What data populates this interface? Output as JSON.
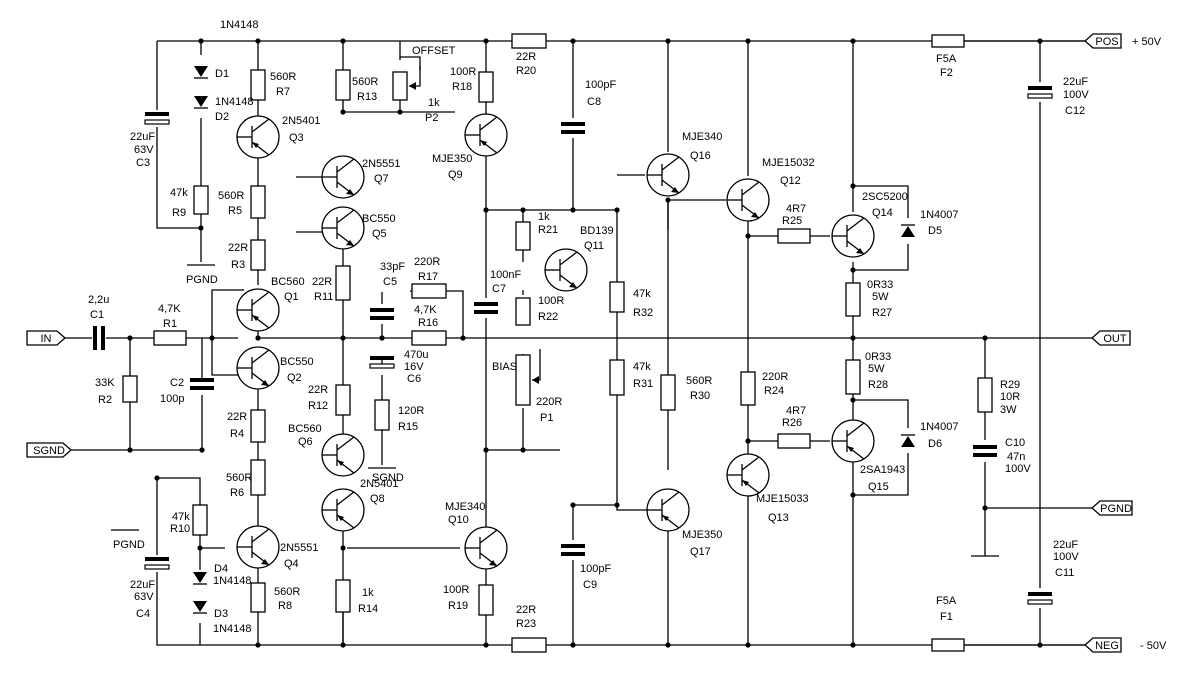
{
  "terminals": {
    "in": "IN",
    "sgnd": "SGND",
    "out": "OUT",
    "pos": "POS",
    "neg": "NEG",
    "pgnd_right": "PGND",
    "pos_voltage": "+ 50V",
    "neg_voltage": "- 50V"
  },
  "ground_labels": {
    "pgnd_top": "PGND",
    "pgnd_bottom": "PGND",
    "sgnd_mid": "SGND"
  },
  "labels": {
    "offset": "OFFSET",
    "bias": "BIAS"
  },
  "components": {
    "R1": {
      "value": "4,7K",
      "ref": "R1"
    },
    "R2": {
      "value": "33K",
      "ref": "R2"
    },
    "R3": {
      "value": "22R",
      "ref": "R3"
    },
    "R4": {
      "value": "22R",
      "ref": "R4"
    },
    "R5": {
      "value": "560R",
      "ref": "R5"
    },
    "R6": {
      "value": "560R",
      "ref": "R6"
    },
    "R7": {
      "value": "560R",
      "ref": "R7"
    },
    "R8": {
      "value": "560R",
      "ref": "R8"
    },
    "R9": {
      "value": "47k",
      "ref": "R9"
    },
    "R10": {
      "value": "47k",
      "ref": "R10"
    },
    "R11": {
      "value": "22R",
      "ref": "R11"
    },
    "R12": {
      "value": "22R",
      "ref": "R12"
    },
    "R13": {
      "value": "560R",
      "ref": "R13"
    },
    "R14": {
      "value": "1k",
      "ref": "R14"
    },
    "R15": {
      "value": "120R",
      "ref": "R15"
    },
    "R16": {
      "value": "4,7K",
      "ref": "R16"
    },
    "R17": {
      "value": "220R",
      "ref": "R17"
    },
    "R18": {
      "value": "100R",
      "ref": "R18"
    },
    "R19": {
      "value": "100R",
      "ref": "R19"
    },
    "R20": {
      "value": "22R",
      "ref": "R20"
    },
    "R21": {
      "value": "1k",
      "ref": "R21"
    },
    "R22": {
      "value": "100R",
      "ref": "R22"
    },
    "R23": {
      "value": "22R",
      "ref": "R23"
    },
    "R24": {
      "value": "220R",
      "ref": "R24"
    },
    "R25": {
      "value": "4R7",
      "ref": "R25"
    },
    "R26": {
      "value": "4R7",
      "ref": "R26"
    },
    "R27": {
      "value": "0R33",
      "power": "5W",
      "ref": "R27"
    },
    "R28": {
      "value": "0R33",
      "power": "5W",
      "ref": "R28"
    },
    "R29": {
      "value": "10R",
      "power": "3W",
      "ref": "R29"
    },
    "R30": {
      "value": "560R",
      "ref": "R30"
    },
    "R31": {
      "value": "47k",
      "ref": "R31"
    },
    "R32": {
      "value": "47k",
      "ref": "R32"
    },
    "P1": {
      "value": "220R",
      "ref": "P1"
    },
    "P2": {
      "value": "1k",
      "ref": "P2"
    },
    "C1": {
      "value": "2,2u",
      "ref": "C1"
    },
    "C2": {
      "value": "100p",
      "ref": "C2"
    },
    "C3": {
      "value": "22uF",
      "voltage": "63V",
      "ref": "C3"
    },
    "C4": {
      "value": "22uF",
      "voltage": "63V",
      "ref": "C4"
    },
    "C5": {
      "value": "33pF",
      "ref": "C5"
    },
    "C6": {
      "value": "470u",
      "voltage": "16V",
      "ref": "C6"
    },
    "C7": {
      "value": "100nF",
      "ref": "C7"
    },
    "C8": {
      "value": "100pF",
      "ref": "C8"
    },
    "C9": {
      "value": "100pF",
      "ref": "C9"
    },
    "C10": {
      "value": "47n",
      "voltage": "100V",
      "ref": "C10"
    },
    "C11": {
      "value": "22uF",
      "voltage": "100V",
      "ref": "C11"
    },
    "C12": {
      "value": "22uF",
      "voltage": "100V",
      "ref": "C12"
    },
    "D1": {
      "part": "1N4148",
      "ref": "D1"
    },
    "D2": {
      "part": "1N4148",
      "ref": "D2"
    },
    "D3": {
      "part": "1N4148",
      "ref": "D3"
    },
    "D4": {
      "part": "1N4148",
      "ref": "D4"
    },
    "D5": {
      "part": "1N4007",
      "ref": "D5"
    },
    "D6": {
      "part": "1N4007",
      "ref": "D6"
    },
    "F1": {
      "value": "F5A",
      "ref": "F1"
    },
    "F2": {
      "value": "F5A",
      "ref": "F2"
    },
    "Q1": {
      "part": "BC560",
      "ref": "Q1"
    },
    "Q2": {
      "part": "BC550",
      "ref": "Q2"
    },
    "Q3": {
      "part": "2N5401",
      "ref": "Q3"
    },
    "Q4": {
      "part": "2N5551",
      "ref": "Q4"
    },
    "Q5": {
      "part": "BC550",
      "ref": "Q5"
    },
    "Q6": {
      "part": "BC560",
      "ref": "Q6"
    },
    "Q7": {
      "part": "2N5551",
      "ref": "Q7"
    },
    "Q8": {
      "part": "2N5401",
      "ref": "Q8"
    },
    "Q9": {
      "part": "MJE350",
      "ref": "Q9"
    },
    "Q10": {
      "part": "MJE340",
      "ref": "Q10"
    },
    "Q11": {
      "part": "BD139",
      "ref": "Q11"
    },
    "Q12": {
      "part": "MJE15032",
      "ref": "Q12"
    },
    "Q13": {
      "part": "MJE15033",
      "ref": "Q13"
    },
    "Q14": {
      "part": "2SC5200",
      "ref": "Q14"
    },
    "Q15": {
      "part": "2SA1943",
      "ref": "Q15"
    },
    "Q16": {
      "part": "MJE340",
      "ref": "Q16"
    },
    "Q17": {
      "part": "MJE350",
      "ref": "Q17"
    }
  }
}
